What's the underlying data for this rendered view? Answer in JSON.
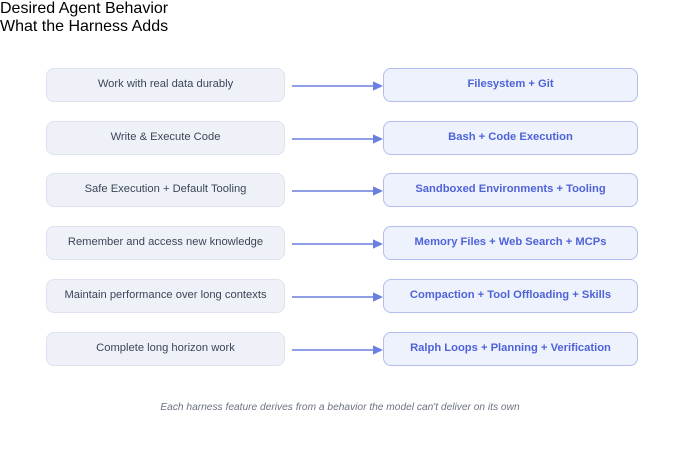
{
  "headers": {
    "left": "Desired Agent Behavior",
    "right": "What the Harness Adds"
  },
  "rows": [
    {
      "behavior": "Work with real data durably",
      "harness": "Filesystem + Git",
      "connector": "arrow-right-icon"
    },
    {
      "behavior": "Write & Execute Code",
      "harness": "Bash + Code Execution",
      "connector": "arrow-right-icon"
    },
    {
      "behavior": "Safe Execution + Default Tooling",
      "harness": "Sandboxed Environments + Tooling",
      "connector": "arrow-right-icon"
    },
    {
      "behavior": "Remember and access new knowledge",
      "harness": "Memory Files + Web Search + MCPs",
      "connector": "arrow-right-icon"
    },
    {
      "behavior": "Maintain performance over long contexts",
      "harness": "Compaction + Tool Offloading + Skills",
      "connector": "arrow-right-icon"
    },
    {
      "behavior": "Complete long horizon work",
      "harness": "Ralph Loops + Planning + Verification",
      "connector": "arrow-right-icon"
    }
  ],
  "caption": "Each harness feature derives from a behavior the model can't deliver on its own",
  "colors": {
    "background": "#ffffff",
    "header_text": "#23315c",
    "behavior_fill": "#eef1f7",
    "behavior_border": "#dde3ee",
    "behavior_text": "#3c4658",
    "harness_fill": "#eef2fd",
    "harness_border": "#b2bdee",
    "harness_text": "#4f63d8",
    "arrow": "#6b7fe0",
    "caption_text": "#6b7280"
  },
  "layout": {
    "row_tops": [
      68,
      121,
      173,
      226,
      279,
      332
    ]
  }
}
